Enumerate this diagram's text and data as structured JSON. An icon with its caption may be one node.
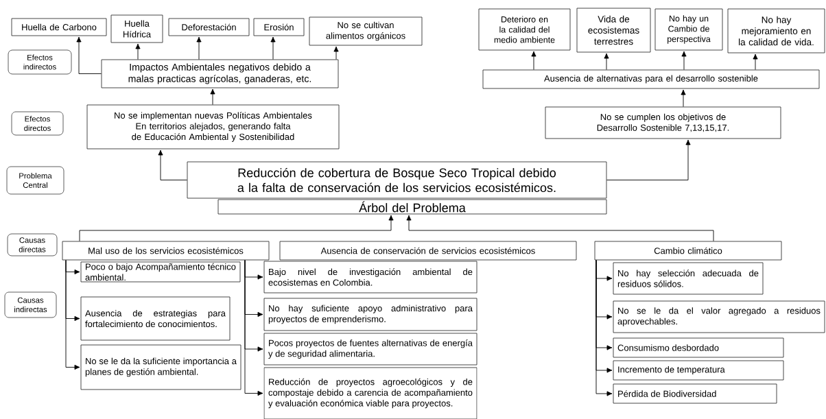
{
  "diagram": {
    "nodes": [
      {
        "text": [
          "Huella de Carbono"
        ]
      },
      {
        "text": [
          "Huella Hídrica"
        ]
      },
      {
        "text": [
          "Deforestación"
        ]
      },
      {
        "text": [
          "Erosión"
        ]
      },
      {
        "text": [
          "No se cultivan alimentos orgánicos"
        ]
      },
      {
        "text": [
          "Efectos indirectos"
        ]
      },
      {
        "text": [
          "Impactos Ambientales negativos debido a malas practicas agrícolas, ganaderas, etc."
        ]
      },
      {
        "text": [
          "Efectos directos"
        ]
      },
      {
        "text": [
          "No se implementan nuevas Políticas Ambientales En territorios alejados, generando falta de Educación Ambiental y Sostenibilidad"
        ]
      },
      {
        "text": [
          "Deterioro en la calidad del medio ambiente"
        ]
      },
      {
        "text": [
          "Vida de ecosistemas terrestres"
        ]
      },
      {
        "text": [
          "No hay un Cambio de perspectiva"
        ]
      },
      {
        "text": [
          "No hay mejoramiento en la calidad de vida."
        ]
      },
      {
        "text": [
          "Ausencia de alternativas para el desarrollo sostenible"
        ]
      },
      {
        "text": [
          "No se cumplen los objetivos de Desarrollo Sostenible 7,13,15,17."
        ]
      },
      {
        "text": [
          "Problema Central"
        ]
      },
      {
        "text": [
          "Reducción de cobertura de Bosque Seco Tropical debido a la falta de conservación de los servicios ecosistémicos."
        ]
      },
      {
        "text": [
          "Árbol del Problema"
        ]
      },
      {
        "text": [
          "Causas directas"
        ]
      },
      {
        "text": [
          "Mal uso de los servicios ecosistémicos"
        ]
      },
      {
        "text": [
          "Ausencia de conservación de servicios ecosistémicos"
        ]
      },
      {
        "text": [
          "Cambio climático"
        ]
      },
      {
        "text": [
          "Causas indirectas"
        ]
      },
      {
        "text": [
          "Poco o bajo Acompañamiento técnico ambiental."
        ]
      },
      {
        "text": [
          "Ausencia de estrategias para fortalecimiento de conocimientos."
        ]
      },
      {
        "text": [
          "No se le da la suficiente importancia a planes de gestión ambiental."
        ]
      },
      {
        "text": [
          "Bajo nivel de investigación ambiental de ecosistemas en Colombia."
        ]
      },
      {
        "text": [
          "No hay suficiente apoyo administrativo para proyectos de emprenderismo."
        ]
      },
      {
        "text": [
          "Pocos proyectos de fuentes alternativas de energía y de seguridad alimentaria."
        ]
      },
      {
        "text": [
          "Reducción de proyectos agroecológicos y de compostaje debido a carencia de acompañamiento y evaluación económica viable para proyectos."
        ]
      },
      {
        "text": [
          "No hay selección adecuada de residuos sólidos."
        ]
      },
      {
        "text": [
          "No se le da el valor agregado a residuos aprovechables."
        ]
      },
      {
        "text": [
          "Consumismo desbordado"
        ]
      },
      {
        "text": [
          "Incremento de temperatura"
        ]
      },
      {
        "text": [
          "Pérdida de Biodiversidad"
        ]
      }
    ],
    "edges": [
      {
        "from": 6,
        "to": 0,
        "arrow": "to"
      },
      {
        "from": 6,
        "to": 1,
        "arrow": "to"
      },
      {
        "from": 6,
        "to": 2,
        "arrow": "to"
      },
      {
        "from": 6,
        "to": 3,
        "arrow": "to"
      },
      {
        "from": 6,
        "to": 4,
        "arrow": "to"
      },
      {
        "from": 8,
        "to": 6,
        "arrow": "to"
      },
      {
        "from": 16,
        "to": 8,
        "arrow": "to"
      },
      {
        "from": 16,
        "to": 14,
        "arrow": "to"
      },
      {
        "from": 14,
        "to": 13,
        "arrow": "to"
      },
      {
        "from": 13,
        "to": 9,
        "arrow": "to"
      },
      {
        "from": 13,
        "to": 10,
        "arrow": "to"
      },
      {
        "from": 13,
        "to": 11,
        "arrow": "to"
      },
      {
        "from": 13,
        "to": 12,
        "arrow": "to"
      },
      {
        "from": 19,
        "to": 17,
        "arrow": "to"
      },
      {
        "from": 21,
        "to": 17,
        "arrow": "to"
      },
      {
        "from": 19,
        "to": 23,
        "arrow": "to"
      },
      {
        "from": 19,
        "to": 24,
        "arrow": "to"
      },
      {
        "from": 19,
        "to": 25,
        "arrow": "to"
      },
      {
        "from": 19,
        "to": 26,
        "arrow": "to"
      },
      {
        "from": 19,
        "to": 27,
        "arrow": "to"
      },
      {
        "from": 19,
        "to": 28,
        "arrow": "to"
      },
      {
        "from": 19,
        "to": 29,
        "arrow": "to"
      },
      {
        "from": 21,
        "to": 30,
        "arrow": "to"
      },
      {
        "from": 21,
        "to": 31,
        "arrow": "to"
      },
      {
        "from": 21,
        "to": 32,
        "arrow": "to"
      },
      {
        "from": 21,
        "to": 33,
        "arrow": "to"
      },
      {
        "from": 21,
        "to": 34,
        "arrow": "to"
      }
    ]
  }
}
